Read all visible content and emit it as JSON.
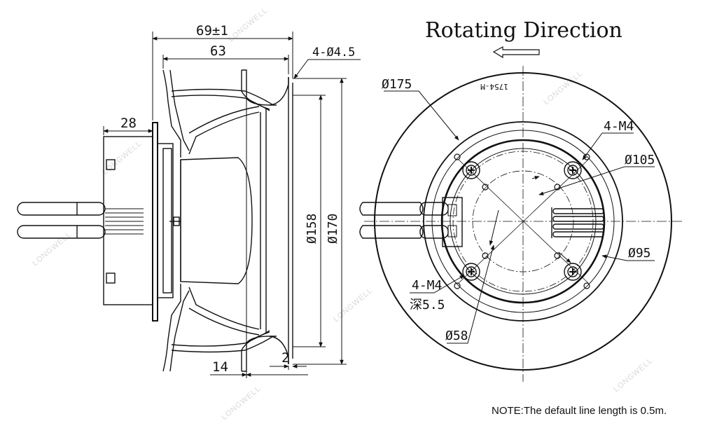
{
  "title": "Rotating Direction",
  "side_view": {
    "dim_overall_width": "69±1",
    "dim_width": "63",
    "dim_mount_holes": "4-Ø4.5",
    "dim_body_depth": "28",
    "dim_diameter_inner": "Ø158",
    "dim_diameter_outer": "Ø170",
    "dim_inlet_depth": "14",
    "dim_flange": "2"
  },
  "front_view": {
    "dim_outer": "Ø175",
    "dim_bolt_circle": "Ø105",
    "dim_hub": "Ø95",
    "dim_center": "Ø58",
    "thread_top": "4-M4",
    "thread_bottom": "4-M4",
    "thread_depth": "深5.5",
    "label_mark": "1754-M"
  },
  "watermark": "LONGWELL",
  "note": "NOTE:The default line length is 0.5m."
}
